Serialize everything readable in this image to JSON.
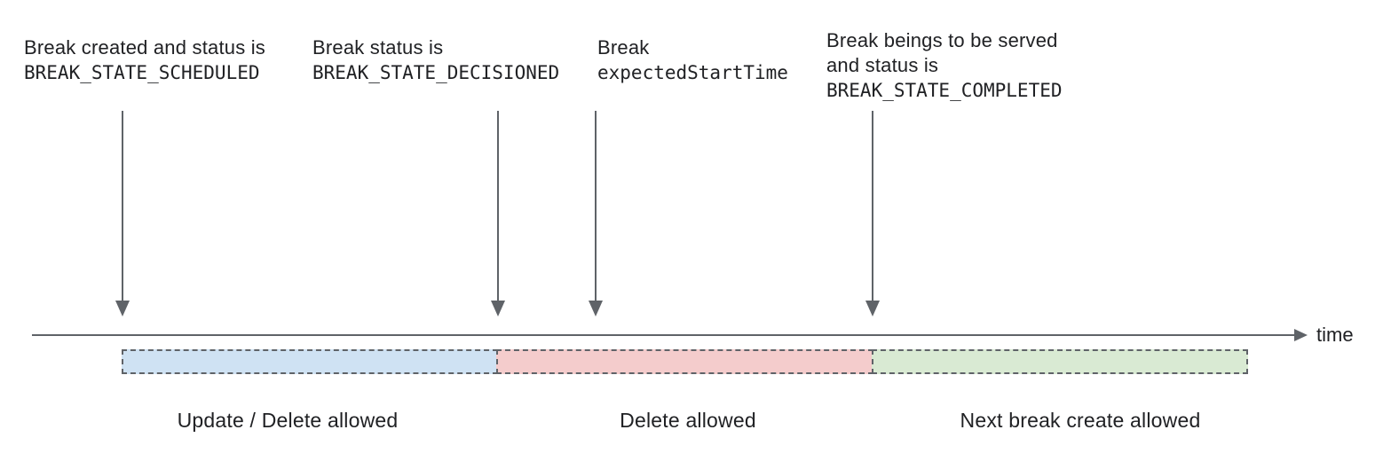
{
  "palette": {
    "text": "#202124",
    "line_gray": "#5f6368",
    "segment_blue": "#cfe2f3",
    "segment_red": "#f4cccc",
    "segment_green": "#d9ead3"
  },
  "annotations": [
    {
      "line1": "Break created and status is",
      "line2": "BREAK_STATE_SCHEDULED"
    },
    {
      "line1": "Break status is",
      "line2": "BREAK_STATE_DECISIONED"
    },
    {
      "line1": "Break",
      "line2": "expectedStartTime"
    },
    {
      "line1": "Break beings to be served",
      "line2": "and status is",
      "line3": "BREAK_STATE_COMPLETED"
    }
  ],
  "timeline": {
    "axis_label": "time"
  },
  "segments": [
    {
      "label": "Update / Delete allowed",
      "fill": "#cfe2f3"
    },
    {
      "label": "Delete allowed",
      "fill": "#f4cccc"
    },
    {
      "label": "Next break create allowed",
      "fill": "#d9ead3"
    }
  ]
}
